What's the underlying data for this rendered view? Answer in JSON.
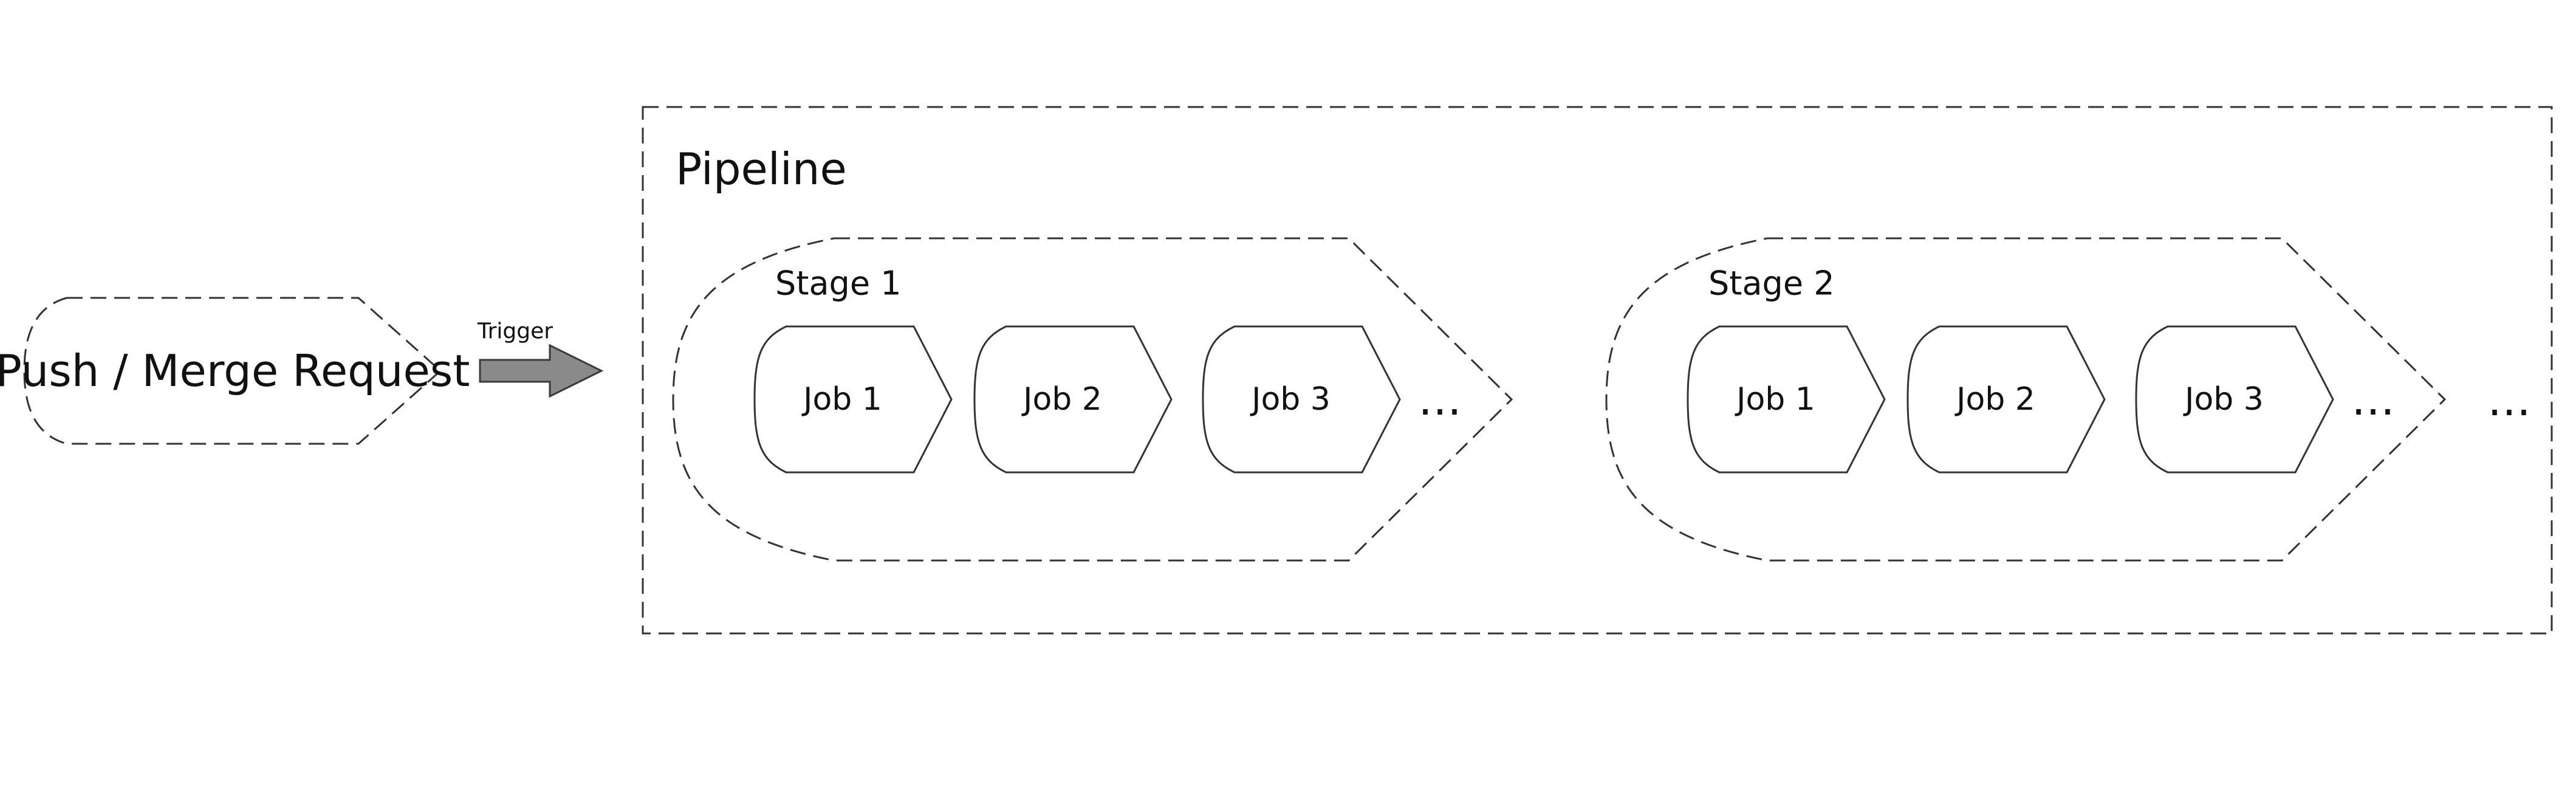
{
  "trigger_source": {
    "label": "Push / Merge Request"
  },
  "trigger_arrow": {
    "label": "Trigger"
  },
  "pipeline": {
    "title": "Pipeline",
    "stages": [
      {
        "title": "Stage 1",
        "jobs": [
          "Job 1",
          "Job 2",
          "Job 3"
        ],
        "more": "…"
      },
      {
        "title": "Stage 2",
        "jobs": [
          "Job 1",
          "Job 2",
          "Job 3"
        ],
        "more": "…"
      }
    ],
    "more_stages": "…"
  }
}
